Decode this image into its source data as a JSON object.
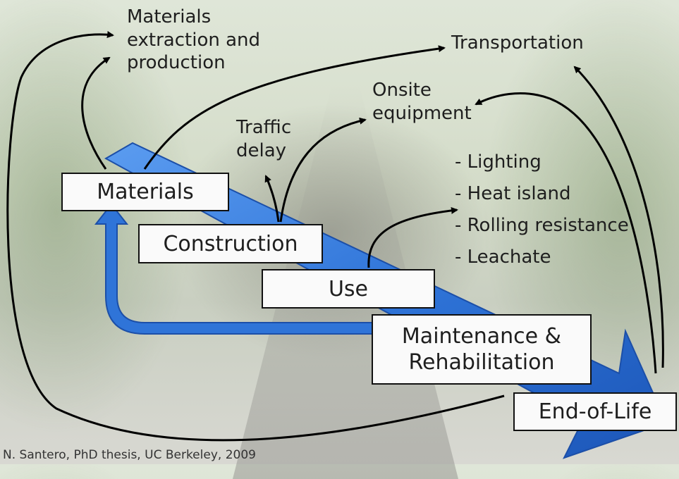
{
  "stages": {
    "materials": "Materials",
    "construction": "Construction",
    "use": "Use",
    "maintenance": "Maintenance &\nRehabilitation",
    "end_of_life": "End-of-Life"
  },
  "labels": {
    "extraction": "Materials\nextraction and\nproduction",
    "transportation": "Transportation",
    "onsite_equipment": "Onsite\nequipment",
    "traffic_delay": "Traffic\ndelay"
  },
  "use_phase_items": [
    "- Lighting",
    "- Heat island",
    "- Rolling resistance",
    "- Leachate"
  ],
  "citation": "N. Santero, PhD thesis, UC Berkeley, 2009",
  "colors": {
    "arrow_blue": "#2f74d8",
    "arrow_blue_dark": "#1c4fa8",
    "box_border": "#111111"
  }
}
